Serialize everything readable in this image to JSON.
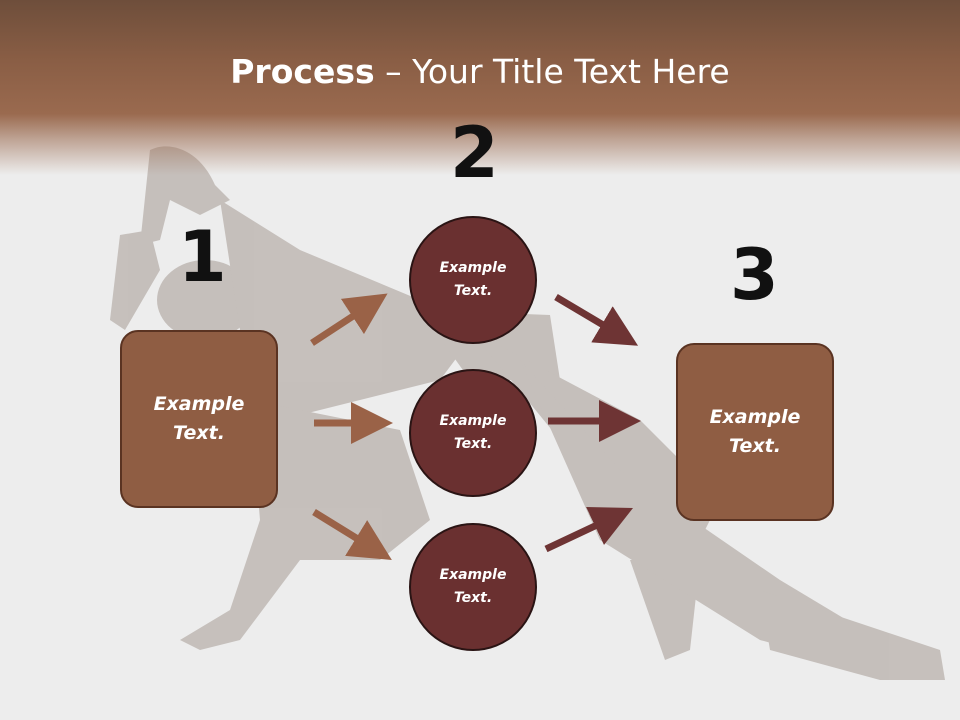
{
  "title": {
    "bold": "Process",
    "rest": " – Your Title Text Here"
  },
  "steps": {
    "one": "1",
    "two": "2",
    "three": "3"
  },
  "left_box": {
    "line1": "Example",
    "line2": "Text."
  },
  "right_box": {
    "line1": "Example",
    "line2": "Text."
  },
  "circles": [
    {
      "line1": "Example",
      "line2": "Text."
    },
    {
      "line1": "Example",
      "line2": "Text."
    },
    {
      "line1": "Example",
      "line2": "Text."
    }
  ],
  "colors": {
    "header": "#8a5e45",
    "box_fill": "#8f5d43",
    "circle_fill": "#6a3030",
    "arrow_left": "#9a6247",
    "arrow_right": "#6e3434"
  }
}
